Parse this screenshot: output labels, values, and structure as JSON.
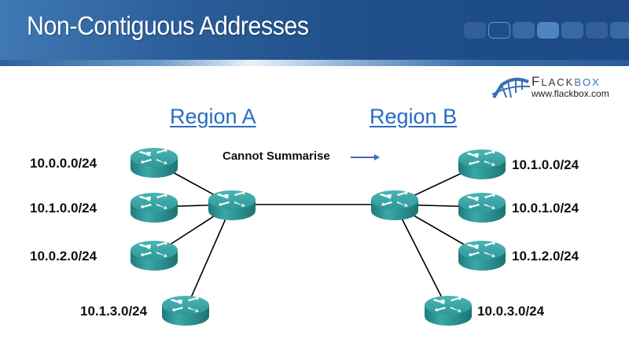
{
  "slide": {
    "title": "Non-Contiguous Addresses",
    "progress_dots": {
      "count": 7,
      "outlined_index": 1,
      "active_index": 3
    }
  },
  "logo": {
    "brand_prefix": "F",
    "brand_small": "LACK",
    "brand_suffix": "BOX",
    "url": "www.flackbox.com"
  },
  "regions": {
    "a": {
      "label": "Region A"
    },
    "b": {
      "label": "Region B"
    }
  },
  "annotation": {
    "text": "Cannot Summarise",
    "arrow_color": "#3f6fb0"
  },
  "colors": {
    "router_top": "#3aa3a3",
    "router_side": "#2a8c8c",
    "link": "#000000",
    "region_link": "#2b6bc4"
  },
  "networks": {
    "region_a": [
      {
        "id": "a1",
        "label": "10.0.0.0/24"
      },
      {
        "id": "a2",
        "label": "10.1.0.0/24"
      },
      {
        "id": "a3",
        "label": "10.0.2.0/24"
      },
      {
        "id": "a4",
        "label": "10.1.3.0/24"
      }
    ],
    "region_b": [
      {
        "id": "b1",
        "label": "10.1.0.0/24"
      },
      {
        "id": "b2",
        "label": "10.0.1.0/24"
      },
      {
        "id": "b3",
        "label": "10.1.2.0/24"
      },
      {
        "id": "b4",
        "label": "10.0.3.0/24"
      }
    ]
  },
  "links": [
    [
      "hubA",
      "a1"
    ],
    [
      "hubA",
      "a2"
    ],
    [
      "hubA",
      "a3"
    ],
    [
      "hubA",
      "a4"
    ],
    [
      "hubA",
      "hubB"
    ],
    [
      "hubB",
      "b1"
    ],
    [
      "hubB",
      "b2"
    ],
    [
      "hubB",
      "b3"
    ],
    [
      "hubB",
      "b4"
    ]
  ]
}
